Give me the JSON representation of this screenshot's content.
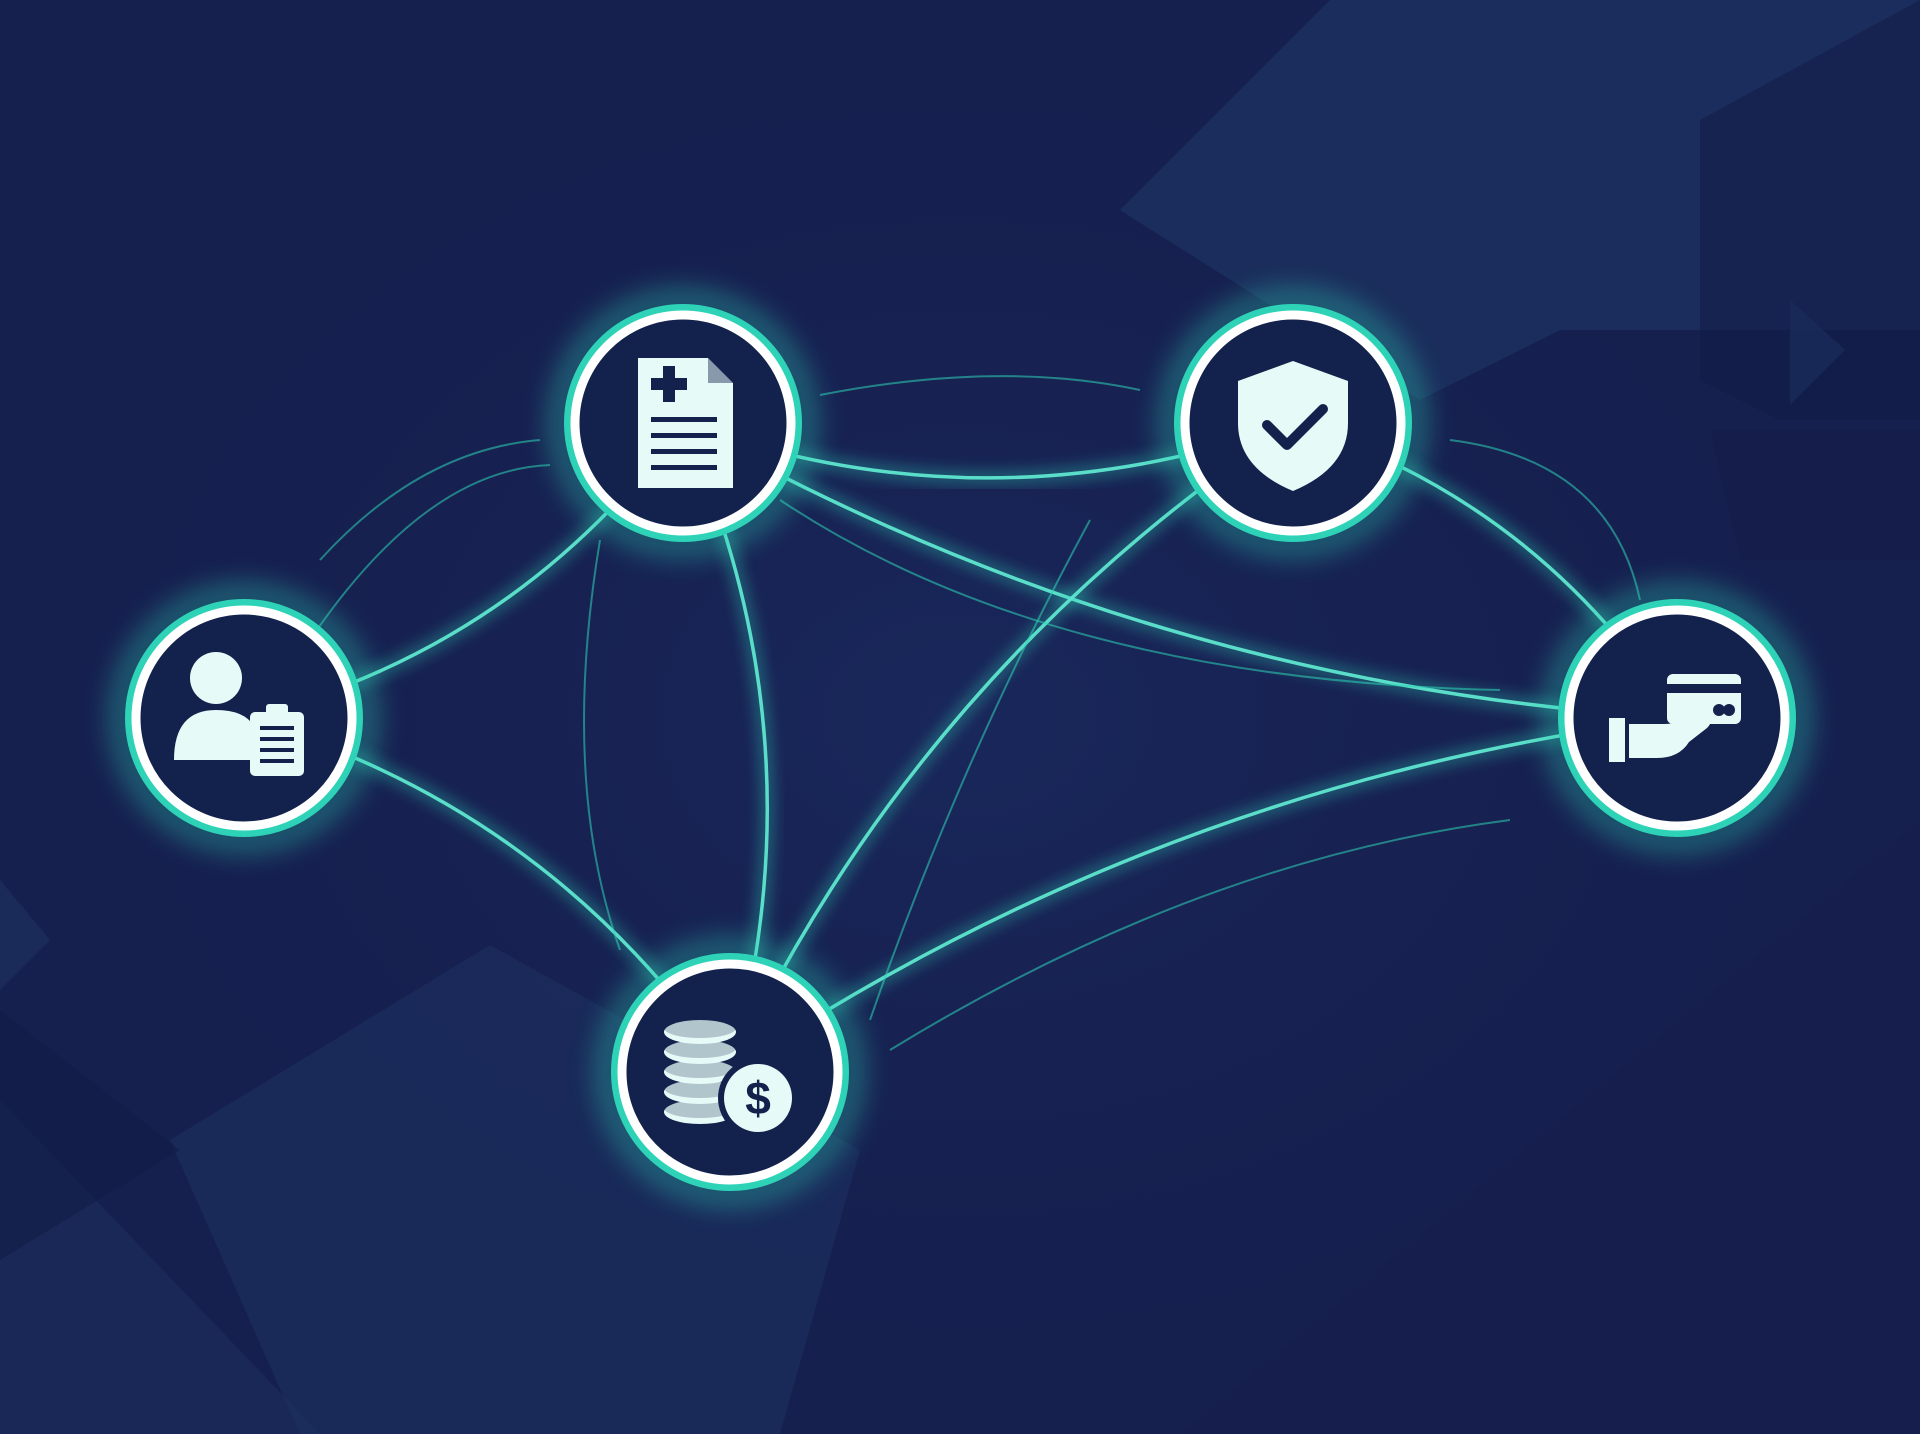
{
  "colors": {
    "background": "#16204f",
    "panel_light": "#1e3260",
    "panel_mid": "#1a2a58",
    "panel_dark": "#131c47",
    "accent": "#2ed3b7",
    "accent_soft": "#5ee6cf",
    "node_fill": "#13224d",
    "node_ring": "#ffffff",
    "icon": "#e6fbf8"
  },
  "nodes": [
    {
      "id": "patient-intake",
      "icon": "user-clipboard-icon"
    },
    {
      "id": "medical-record",
      "icon": "medical-document-icon"
    },
    {
      "id": "insurance",
      "icon": "shield-check-icon"
    },
    {
      "id": "card-payment",
      "icon": "hand-card-icon"
    },
    {
      "id": "revenue",
      "icon": "coins-dollar-icon"
    }
  ],
  "connections": [
    {
      "from": "patient-intake",
      "to": "medical-record"
    },
    {
      "from": "patient-intake",
      "to": "revenue"
    },
    {
      "from": "medical-record",
      "to": "insurance"
    },
    {
      "from": "medical-record",
      "to": "revenue"
    },
    {
      "from": "medical-record",
      "to": "card-payment"
    },
    {
      "from": "insurance",
      "to": "card-payment"
    },
    {
      "from": "insurance",
      "to": "revenue"
    },
    {
      "from": "revenue",
      "to": "card-payment"
    }
  ]
}
